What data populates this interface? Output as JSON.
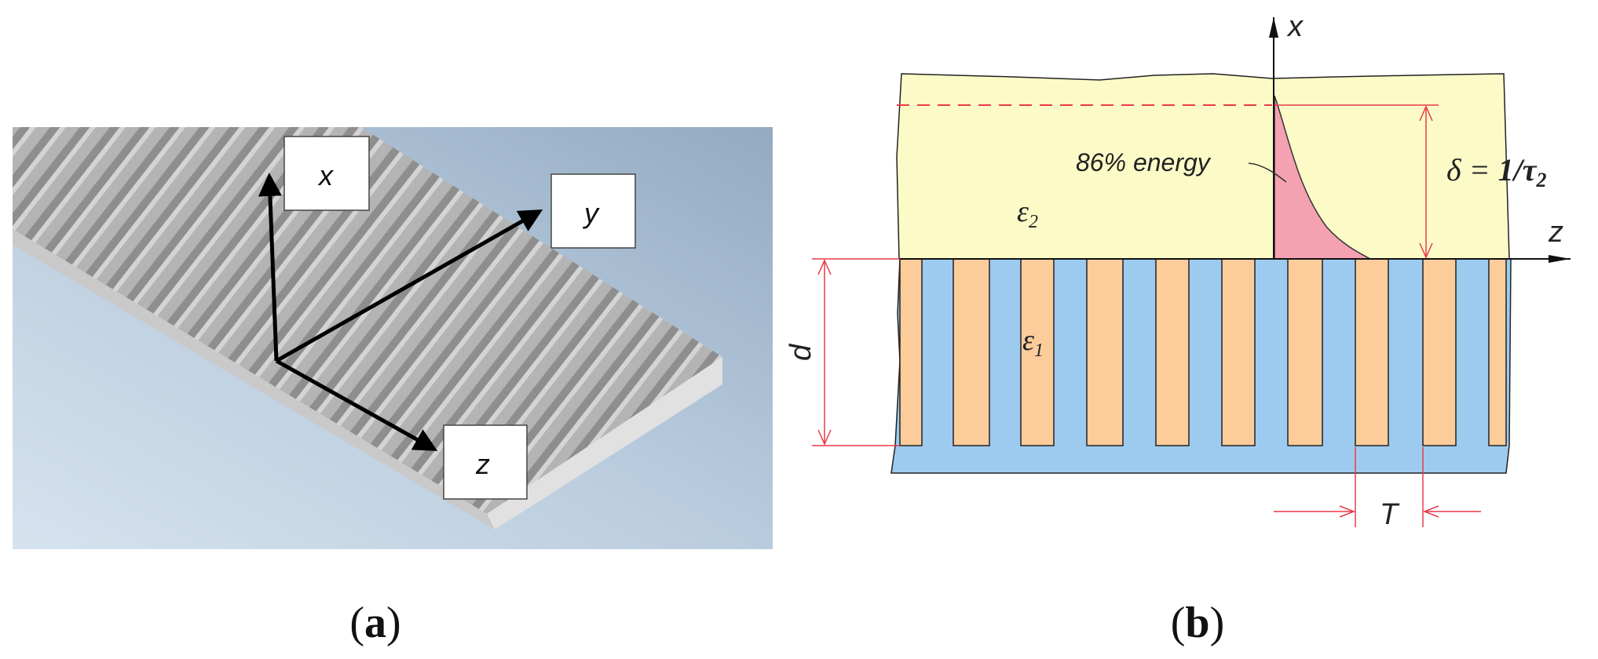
{
  "panel_a": {
    "caption_open": "(",
    "caption_letter": "a",
    "caption_close": ")",
    "axis_labels": {
      "x": "x",
      "y": "y",
      "z": "z"
    }
  },
  "panel_b": {
    "caption_open": "(",
    "caption_letter": "b",
    "caption_close": ")",
    "axis_x": "x",
    "axis_z": "z",
    "energy_label": "86% energy",
    "eps2_symbol": "ε",
    "eps2_sub": "2",
    "eps1_symbol": "ε",
    "eps1_sub": "1",
    "delta_lhs": "δ =",
    "delta_rhs": "1/τ",
    "delta_sub": "2",
    "depth_label": "d",
    "period_label": "T"
  },
  "colors": {
    "upper_medium": "#fcfbc8",
    "ridge": "#fccc9b",
    "substrate": "#9dcbef",
    "field": "#f4a1b1",
    "dimension": "#e83a4a",
    "outline": "#222222"
  }
}
